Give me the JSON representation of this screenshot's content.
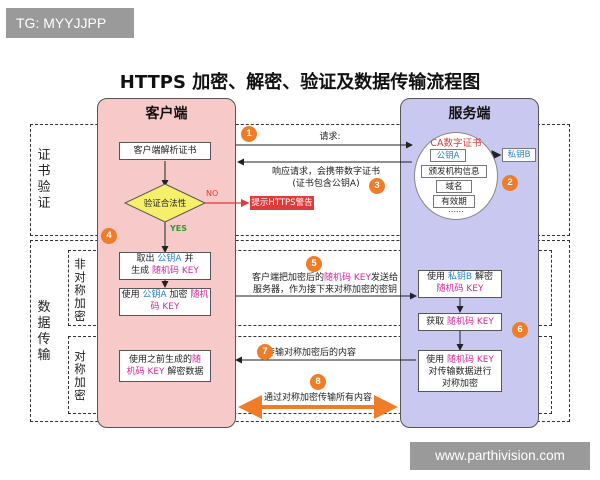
{
  "watermarks": {
    "tag": "TG: MYYJJPP",
    "site": "www.parthivision.com"
  },
  "title": "HTTPS 加密、解密、验证及数据传输流程图",
  "client": {
    "header": "客户端",
    "parse_cert": "客户端解析证书",
    "validity": "验证合法性",
    "no": "NO",
    "yes": "YES",
    "warning": "提示HTTPS警告",
    "take_pubkey_prefix": "取出",
    "take_pubkey_key": "公钥A",
    "take_pubkey_suffix": "并",
    "gen_prefix": "生成",
    "gen_key": "随机码 KEY",
    "encrypt_prefix": "使用",
    "encrypt_pubkey": "公钥A",
    "encrypt_mid": "加密",
    "encrypt_key": "随机码 KEY",
    "decrypt_line1_prefix": "使用之前生成的",
    "decrypt_line1_key": "随",
    "decrypt_line2_key": "机码 KEY",
    "decrypt_line2_suffix": "解密数据"
  },
  "server": {
    "header": "服务端",
    "ca_title": "CA数字证书",
    "ca_pubkey": "公钥A",
    "ca_issuer": "颁发机构信息",
    "ca_domain": "域名",
    "ca_validity": "有效期",
    "ca_more": "......",
    "privkey": "私钥B",
    "decrypt_prefix": "使用",
    "decrypt_priv": "私钥B",
    "decrypt_suffix": "解密",
    "decrypt_key": "随机码 KEY",
    "get_prefix": "获取",
    "get_key": "随机码 KEY",
    "sym_prefix": "使用",
    "sym_key": "随机码 KEY",
    "sym_line2": "对传输数据进行",
    "sym_line3": "对称加密"
  },
  "sections": {
    "cert": "证书验证",
    "data": "数据传输",
    "asym": "非对称加密",
    "sym": "对称加密"
  },
  "steps": {
    "s1": "1",
    "s2": "2",
    "s3": "3",
    "s4": "4",
    "s5": "5",
    "s6": "6",
    "s7": "7",
    "s8": "8"
  },
  "messages": {
    "request": "请求:",
    "response_line1": "响应请求，会携带数字证书",
    "response_line2": "(证书包含公钥A)",
    "send_prefix": "客户端把加密后的",
    "send_key": "随机码 KEY",
    "send_suffix": "发送给",
    "send_line2": "服务器，作为接下来对称加密的密钥",
    "transfer_encrypted": "传输对称加密后的内容",
    "transfer_all": "通过对称加密传输所有内容"
  },
  "colors": {
    "client_bg": "#f8c9c9",
    "server_bg": "#c8c8f0",
    "step_badge": "#f07c28",
    "validity_diamond": "#f5ef6a",
    "warning_bg": "#e03a3a",
    "key_pink": "#d9259a",
    "key_blue": "#2980c9",
    "final_arrow": "#f07c28"
  }
}
